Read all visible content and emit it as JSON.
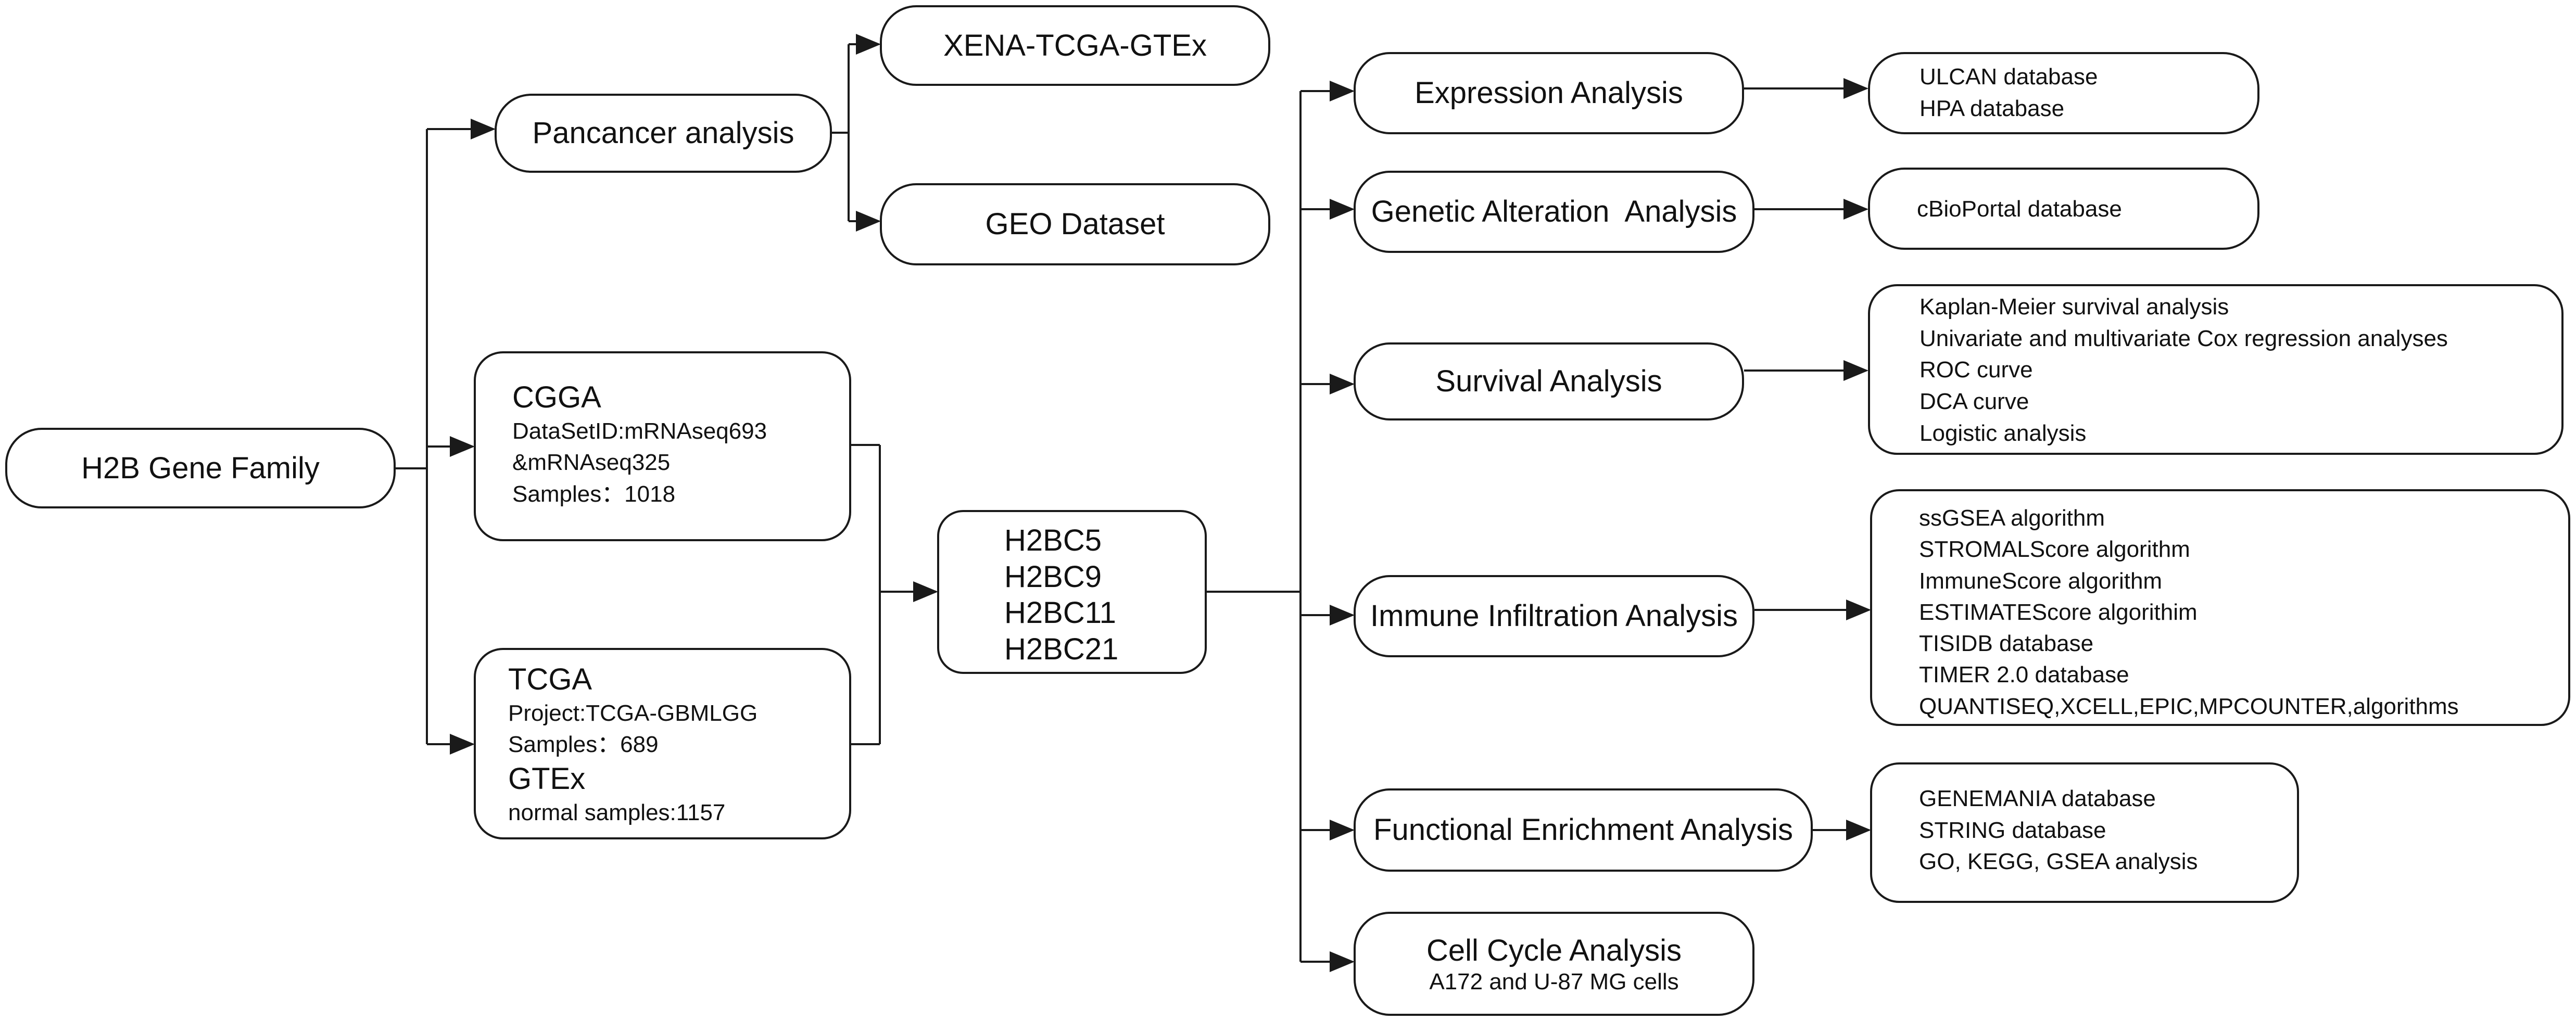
{
  "nodes": {
    "root": "H2B Gene Family",
    "pancancer": "Pancancer analysis",
    "xena": "XENA-TCGA-GTEx",
    "geo": "GEO Dataset",
    "cgga": {
      "title": "CGGA",
      "lines": [
        "DataSetID:mRNAseq693",
        "&mRNAseq325",
        "Samples：1018"
      ]
    },
    "tcga": {
      "title": "TCGA",
      "lines": [
        "Project:TCGA-GBMLGG",
        "Samples：689"
      ],
      "title2": "GTEx",
      "line3": "normal samples:1157"
    },
    "genes": [
      "H2BC5",
      "H2BC9",
      "H2BC11",
      "H2BC21"
    ],
    "expression": {
      "label": "Expression Analysis",
      "detail": [
        "ULCAN database",
        "HPA database"
      ]
    },
    "genetic": {
      "label": "Genetic Alteration  Analysis",
      "detail": [
        "cBioPortal database"
      ]
    },
    "survival": {
      "label": "Survival Analysis",
      "detail": [
        "Kaplan-Meier survival analysis",
        "Univariate and multivariate Cox regression analyses",
        "ROC curve",
        "DCA curve",
        "Logistic analysis"
      ]
    },
    "immune": {
      "label": "Immune Infiltration Analysis",
      "detail": [
        "ssGSEA algorithm",
        "STROMALScore algorithm",
        "ImmuneScore algorithm",
        "ESTIMATEScore algorithim",
        "TISIDB database",
        "TIMER 2.0 database",
        "QUANTISEQ,XCELL,EPIC,MPCOUNTER,algorithms"
      ]
    },
    "functional": {
      "label": "Functional Enrichment Analysis",
      "detail": [
        "GENEMANIA database",
        "STRING database",
        "GO, KEGG, GSEA  analysis"
      ]
    },
    "cellcycle": {
      "label": "Cell Cycle Analysis",
      "sub": "A172 and U-87 MG cells"
    }
  }
}
